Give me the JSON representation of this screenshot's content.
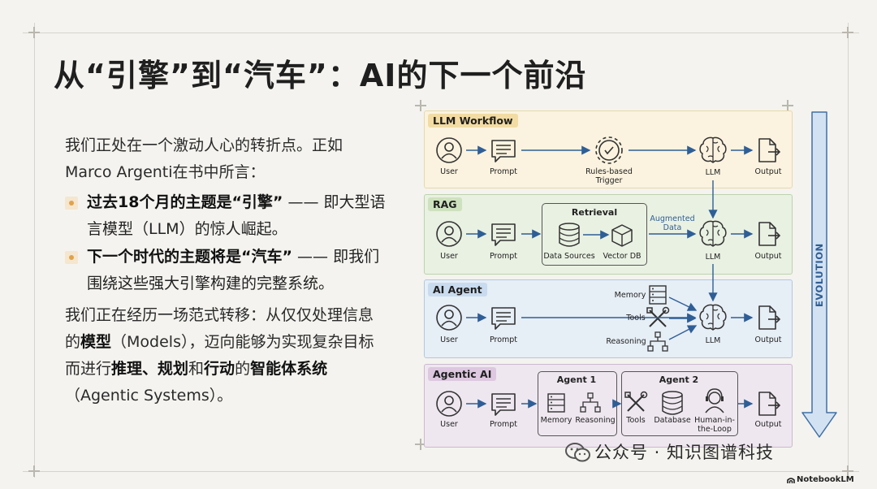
{
  "title": "从“引擎”到“汽车”：AI的下一个前沿",
  "intro": "我们正处在一个激动人心的转折点。正如Marco Argenti在书中所言：",
  "bullets": [
    {
      "bold": "过去18个月的主题是“引擎”",
      "rest": " —— 即大型语言模型（LLM）的惊人崛起。"
    },
    {
      "bold": "下一个时代的主题将是“汽车”",
      "rest": " —— 即我们围绕这些强大引擎构建的完整系统。"
    }
  ],
  "para2": {
    "p1": "我们正在经历一场范式转移：从仅仅处理信息的",
    "b1": "模型",
    "p2": "（Models），迈向能够为实现复杂目标而进行",
    "b2": "推理、规划",
    "p3": "和",
    "b3": "行动",
    "p4": "的",
    "b4": "智能体系统",
    "p5": "（Agentic Systems）。"
  },
  "diagram": {
    "panels": [
      {
        "tag": "LLM Workflow",
        "user": "User",
        "prompt": "Prompt",
        "trigger": "Rules-based\nTrigger",
        "llm": "LLM",
        "output": "Output"
      },
      {
        "tag": "RAG",
        "user": "User",
        "prompt": "Prompt",
        "retrieval": "Retrieval",
        "sources": "Data Sources",
        "vector": "Vector DB",
        "augmented": "Augmented\nData",
        "llm": "LLM",
        "output": "Output"
      },
      {
        "tag": "AI Agent",
        "user": "User",
        "prompt": "Prompt",
        "memory": "Memory",
        "tools": "Tools",
        "reasoning": "Reasoning",
        "llm": "LLM",
        "output": "Output"
      },
      {
        "tag": "Agentic AI",
        "user": "User",
        "prompt": "Prompt",
        "agent1": "Agent 1",
        "agent2": "Agent 2",
        "memory": "Memory",
        "reasoning": "Reasoning",
        "tools": "Tools",
        "database": "Database",
        "human": "Human-in-\nthe-Loop",
        "output": "Output"
      }
    ],
    "evolution": "EVOLUTION",
    "colors": {
      "arrow": "#2f5e96",
      "evo_fill": "#cfdff0",
      "evo_stroke": "#3f6fa6"
    }
  },
  "watermark": "公众号 · 知识图谱科技",
  "brand": "NotebookLM"
}
